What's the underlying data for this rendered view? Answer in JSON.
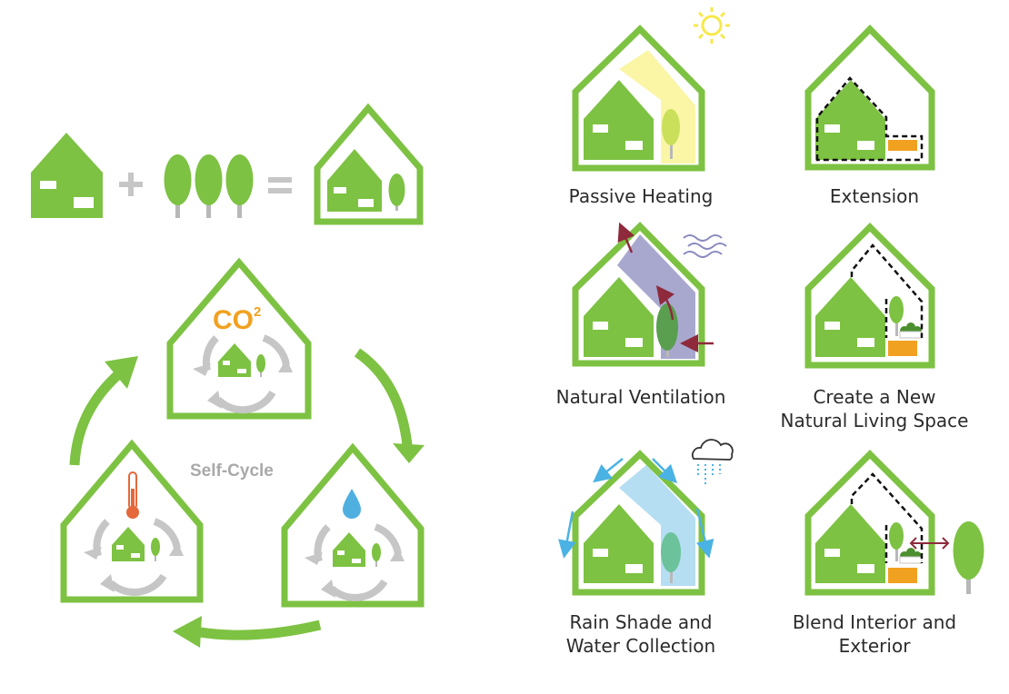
{
  "colors": {
    "green": "#7dc242",
    "gray": "#c6c6c6",
    "orange": "#f1a120",
    "sun": "#f7e84a",
    "sun_beam": "#fbf6a6",
    "ventilation": "#a8a8cf",
    "ventilation_arrow": "#8e2a3c",
    "rain": "#b5def3",
    "rain_arrow": "#4bb2e4",
    "wind_line": "#8a8abf",
    "thermometer": "#e5683a",
    "water_drop": "#4fb0e0",
    "tree_dark": "#5a9e4f",
    "tree_light_green": "#cbe05a",
    "tree_teal": "#6cc29b",
    "tree_gray_trunk": "#b8b8b8"
  },
  "equation": {
    "plus_icon": "plus-icon",
    "equals_icon": "equals-icon"
  },
  "cycle": {
    "label": "Self-Cycle",
    "top_symbol": "CO",
    "top_symbol_sup": "2",
    "left_icon": "thermometer-icon",
    "right_icon": "water-drop-icon"
  },
  "strategies": [
    {
      "id": "passive-heating",
      "lines": [
        "Passive Heating"
      ],
      "icon": "sun-icon"
    },
    {
      "id": "extension",
      "lines": [
        "Extension"
      ],
      "icon": "dashed-extension-icon"
    },
    {
      "id": "natural-ventilation",
      "lines": [
        "Natural Ventilation"
      ],
      "icon": "wind-icon"
    },
    {
      "id": "new-living-space",
      "lines": [
        "Create a New",
        "Natural Living Space"
      ],
      "icon": "planter-icon"
    },
    {
      "id": "rain-shade",
      "lines": [
        "Rain Shade and",
        "Water Collection"
      ],
      "icon": "rain-cloud-icon"
    },
    {
      "id": "blend-interior",
      "lines": [
        "Blend Interior and",
        "Exterior"
      ],
      "icon": "double-arrow-icon"
    }
  ]
}
